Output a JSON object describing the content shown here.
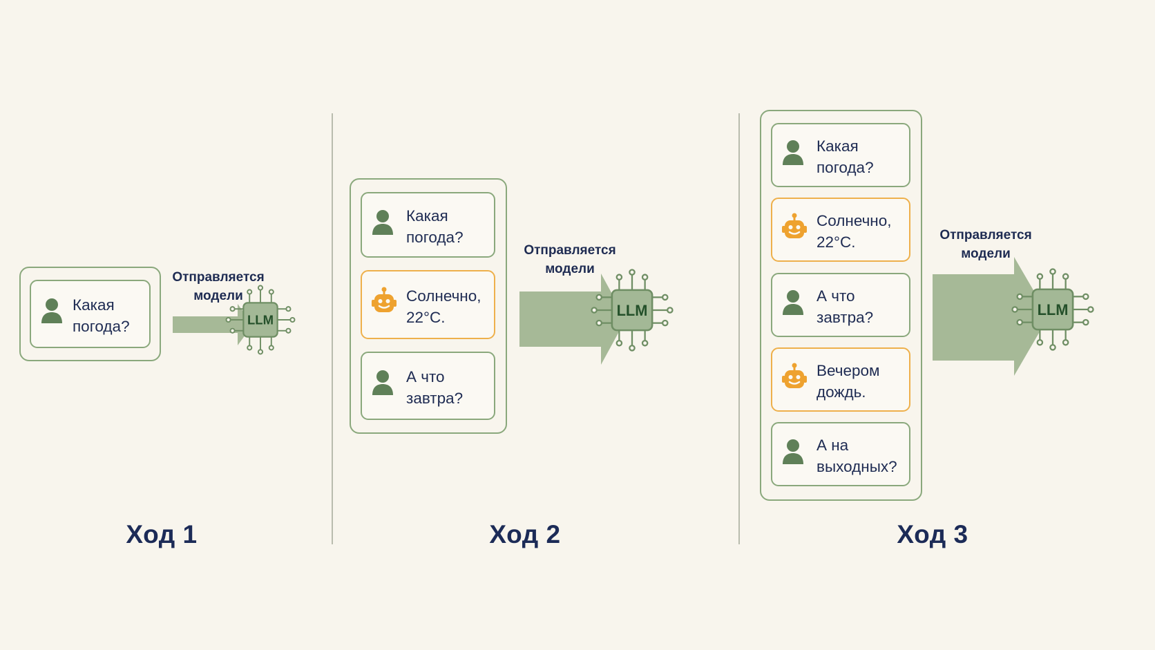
{
  "turns": [
    {
      "title": "Ход 1",
      "sent_label": "Отправляется\nмодели",
      "llm_label": "LLM",
      "messages": [
        {
          "role": "user",
          "text": "Какая\nпогода?"
        }
      ]
    },
    {
      "title": "Ход 2",
      "sent_label": "Отправляется\nмодели",
      "llm_label": "LLM",
      "messages": [
        {
          "role": "user",
          "text": "Какая\nпогода?"
        },
        {
          "role": "assistant",
          "text": "Солнечно,\n22°C."
        },
        {
          "role": "user",
          "text": "А что\nзавтра?"
        }
      ]
    },
    {
      "title": "Ход 3",
      "sent_label": "Отправляется\nмодели",
      "llm_label": "LLM",
      "messages": [
        {
          "role": "user",
          "text": "Какая\nпогода?"
        },
        {
          "role": "assistant",
          "text": "Солнечно,\n22°C."
        },
        {
          "role": "user",
          "text": "А что\nзавтра?"
        },
        {
          "role": "assistant",
          "text": "Вечером\nдождь."
        },
        {
          "role": "user",
          "text": "А на\nвыходных?"
        }
      ]
    }
  ],
  "icons": {
    "user": "user-icon",
    "assistant": "robot-icon",
    "model": "chip-icon"
  },
  "colors": {
    "background": "#f8f5ed",
    "green_border": "#8aa87c",
    "user_icon": "#5f8058",
    "bot_border": "#eeb04b",
    "bot_icon": "#eea22f",
    "arrow": "#a6b997",
    "chip_fill": "#a3b896",
    "chip_border": "#6f8e64",
    "chip_text": "#24502a",
    "title_text": "#1c2b57"
  }
}
